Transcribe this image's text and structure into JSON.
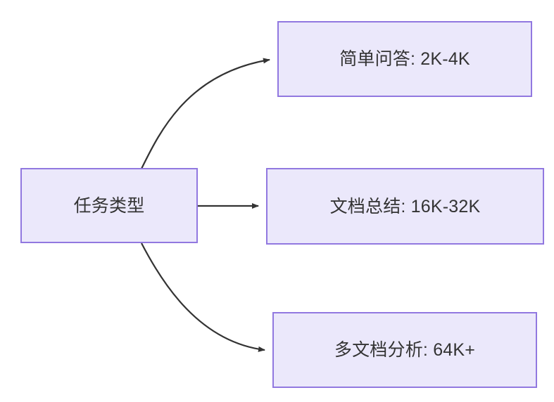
{
  "diagram": {
    "type": "flowchart",
    "direction": "left-to-right",
    "background_color": "#ffffff",
    "node_fill_color": "#ebe8fb",
    "node_border_color": "#9178e0",
    "node_text_color": "#333333",
    "edge_color": "#333333",
    "nodes": [
      {
        "id": "source",
        "label": "任务类型"
      },
      {
        "id": "simple-qa",
        "label": "简单问答: 2K-4K"
      },
      {
        "id": "doc-summary",
        "label": "文档总结: 16K-32K"
      },
      {
        "id": "multi-doc",
        "label": "多文档分析: 64K+"
      }
    ],
    "edges": [
      {
        "from": "source",
        "to": "simple-qa",
        "style": "curved",
        "arrowhead": "filled-triangle"
      },
      {
        "from": "source",
        "to": "doc-summary",
        "style": "straight",
        "arrowhead": "filled-triangle"
      },
      {
        "from": "source",
        "to": "multi-doc",
        "style": "curved",
        "arrowhead": "filled-triangle"
      }
    ]
  }
}
